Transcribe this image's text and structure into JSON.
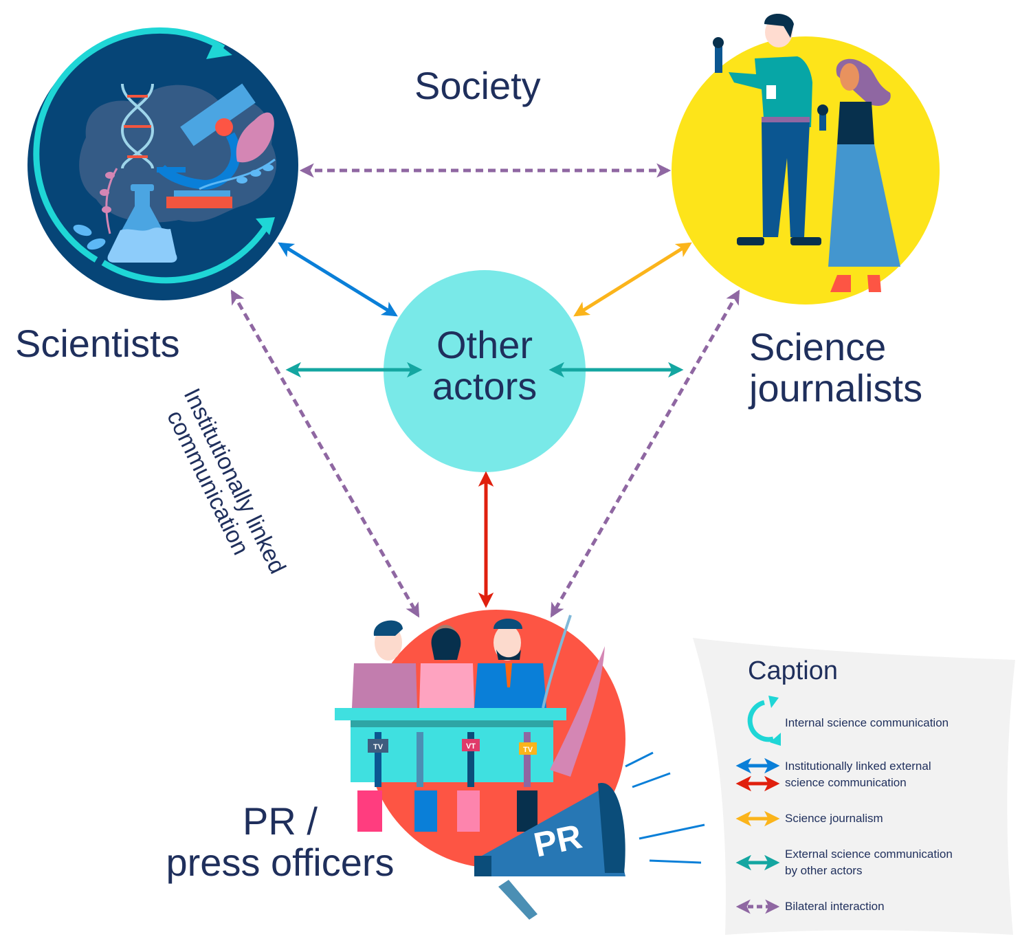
{
  "title": "Society",
  "nodes": {
    "scientists": {
      "label": "Scientists",
      "color": "#064577"
    },
    "journalists": {
      "label_line1": "Science",
      "label_line2": "journalists",
      "color": "#fde41a"
    },
    "other_actors": {
      "label_line1": "Other",
      "label_line2": "actors",
      "color": "#79e9e8"
    },
    "pr": {
      "label_line1": "PR /",
      "label_line2": "press officers",
      "color": "#fd5544"
    }
  },
  "edge_label": {
    "line1": "Institutionally linked",
    "line2": "communication"
  },
  "illustration_text": {
    "mic1": "TV",
    "mic2": "VT",
    "mic3": "TV",
    "megaphone": "PR"
  },
  "caption": {
    "title": "Caption",
    "items": [
      {
        "icon": "circular-arrow-icon",
        "color": "#1fd6d6",
        "lines": [
          "Internal science communication"
        ]
      },
      {
        "icon": "double-arrow-icon",
        "color": "#0a7fd8",
        "lines": [
          "Institutionally linked external"
        ]
      },
      {
        "icon": "double-arrow-icon",
        "color": "#e0200e",
        "lines": [
          "science communication"
        ]
      },
      {
        "icon": "double-arrow-icon",
        "color": "#fbb41b",
        "lines": [
          "Science journalism"
        ]
      },
      {
        "icon": "double-arrow-icon",
        "color": "#14a6a1",
        "lines": [
          "External science communication",
          "by other actors"
        ]
      },
      {
        "icon": "dashed-double-arrow-icon",
        "color": "#8f67a2",
        "lines": [
          "Bilateral interaction"
        ]
      }
    ]
  },
  "colors": {
    "text": "#1f2f5c",
    "bilateral": "#8f67a2",
    "institutional_blue": "#0a7fd8",
    "institutional_red": "#e0200e",
    "journalism": "#fbb41b",
    "other_actors_arrow": "#14a6a1",
    "internal": "#1fd6d6",
    "caption_bg": "#f2f2f2"
  }
}
